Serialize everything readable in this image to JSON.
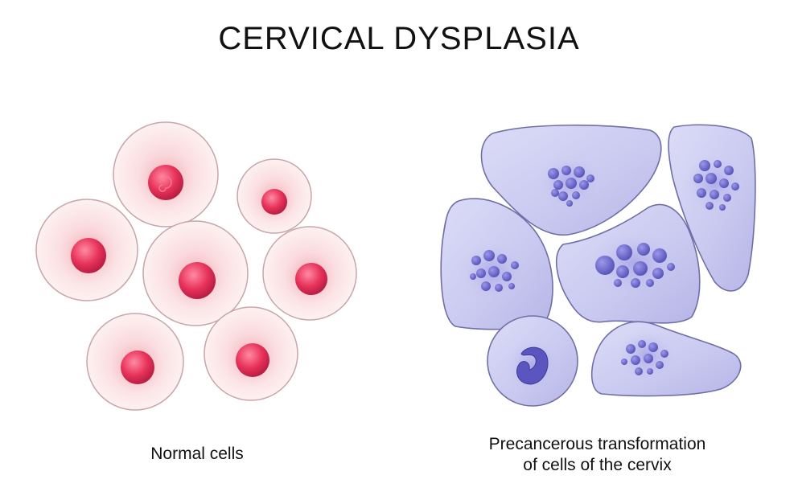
{
  "title": "CERVICAL DYSPLASIA",
  "captions": {
    "normal": "Normal cells",
    "precancerous_line1": "Precancerous transformation",
    "precancerous_line2": "of cells of the cervix"
  },
  "colors": {
    "normal_cell_fill": "#fbe4e6",
    "normal_cell_stroke": "#c9a5a8",
    "normal_nucleus": "#e8325a",
    "dysplastic_cell_fill": "#cdcdf2",
    "dysplastic_cell_stroke": "#6f6fa8",
    "dysplastic_nucleus": "#6c68c8"
  }
}
